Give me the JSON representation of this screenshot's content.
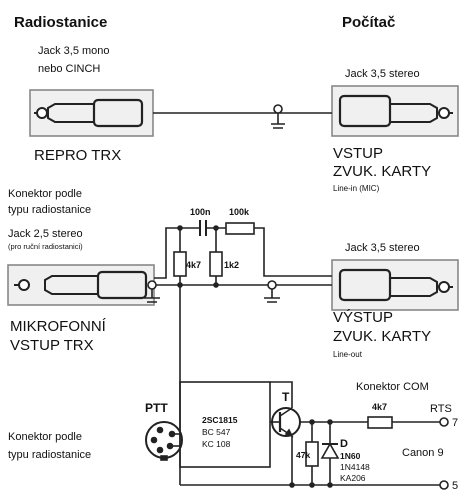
{
  "headings": {
    "left": "Radiostanice",
    "right": "Počítač"
  },
  "repro": {
    "jack_label_1": "Jack 3,5 mono",
    "jack_label_2": "nebo CINCH",
    "name": "REPRO TRX",
    "pc_jack": "Jack 3,5 stereo",
    "pc_name_1": "VSTUP",
    "pc_name_2": "ZVUK. KARTY",
    "pc_sub": "Line-in (MIC)"
  },
  "mic": {
    "connector_1": "Konektor podle",
    "connector_2": "typu radiostanice",
    "jack_label": "Jack 2,5 stereo",
    "jack_sub": "(pro ruční radiostanici)",
    "name_1": "MIKROFONNÍ",
    "name_2": "VSTUP TRX",
    "pc_jack": "Jack 3,5 stereo",
    "pc_name_1": "VÝSTUP",
    "pc_name_2": "ZVUK. KARTY",
    "pc_sub": "Line-out"
  },
  "components": {
    "c1": "100n",
    "r1": "100k",
    "r2": "4k7",
    "r3": "1k2",
    "r_base": "4k7",
    "r_e": "47k",
    "transistor": "T",
    "t_1": "2SC1815",
    "t_2": "BC 547",
    "t_3": "KC 108",
    "diode": "D",
    "d_1": "1N60",
    "d_2": "1N4148",
    "d_3": "KA206"
  },
  "ptt": {
    "label": "PTT",
    "connector_1": "Konektor podle",
    "connector_2": "typu radiostanice"
  },
  "com": {
    "title": "Konektor COM",
    "rts": "RTS",
    "pin7": "7",
    "canon": "Canon 9",
    "pin5": "5"
  }
}
